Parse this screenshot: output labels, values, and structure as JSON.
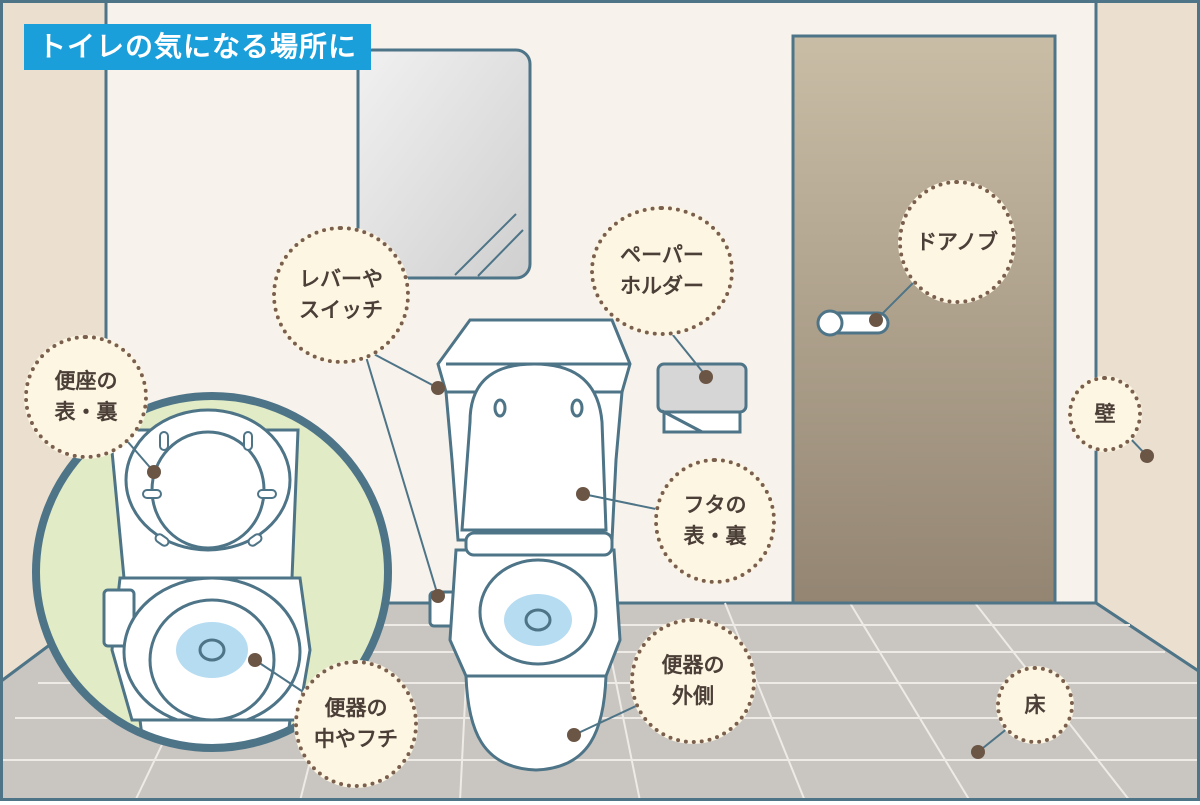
{
  "title": "トイレの気になる場所に",
  "labels": {
    "seat": [
      "便座の",
      "表・裏"
    ],
    "lever": [
      "レバーや",
      "スイッチ"
    ],
    "paper": [
      "ペーパー",
      "ホルダー"
    ],
    "knob": [
      "ドアノブ"
    ],
    "wall": [
      "壁"
    ],
    "lid": [
      "フタの",
      "表・裏"
    ],
    "outside": [
      "便器の",
      "外側"
    ],
    "floor": [
      "床"
    ],
    "inside": [
      "便器の",
      "中やフチ"
    ]
  },
  "colors": {
    "title_bg": "#1a9fdb",
    "outline": "#4e7487",
    "bubble_bg": "#fdf6e3",
    "bubble_border": "#7a5f4d",
    "water": "#b6dcf2",
    "inset_bg": "#e1ebc5"
  }
}
